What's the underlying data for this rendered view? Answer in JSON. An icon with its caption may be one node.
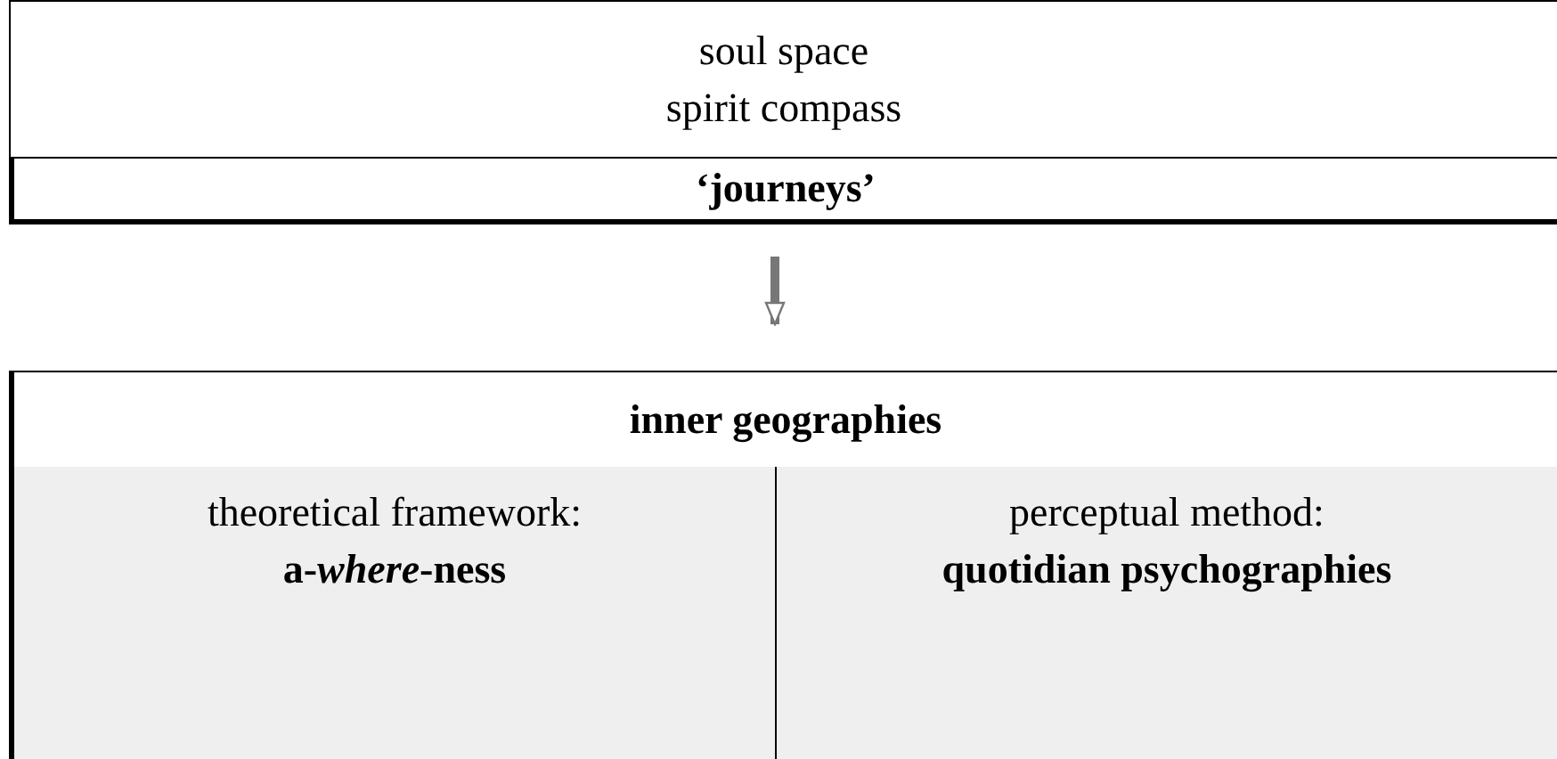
{
  "diagram": {
    "nodes": [
      {
        "text": [
          "soul space",
          "spirit compass"
        ]
      },
      {
        "text": [
          "‘journeys’"
        ]
      },
      {
        "text": [
          "inner geographies"
        ]
      },
      {
        "text": [
          "theoretical framework:",
          "a-*where*-ness"
        ]
      },
      {
        "text": [
          "perceptual method:",
          "quotidian psychographies"
        ]
      }
    ],
    "edges": [
      {
        "from": 1,
        "to": 2,
        "arrow": "to"
      }
    ]
  }
}
